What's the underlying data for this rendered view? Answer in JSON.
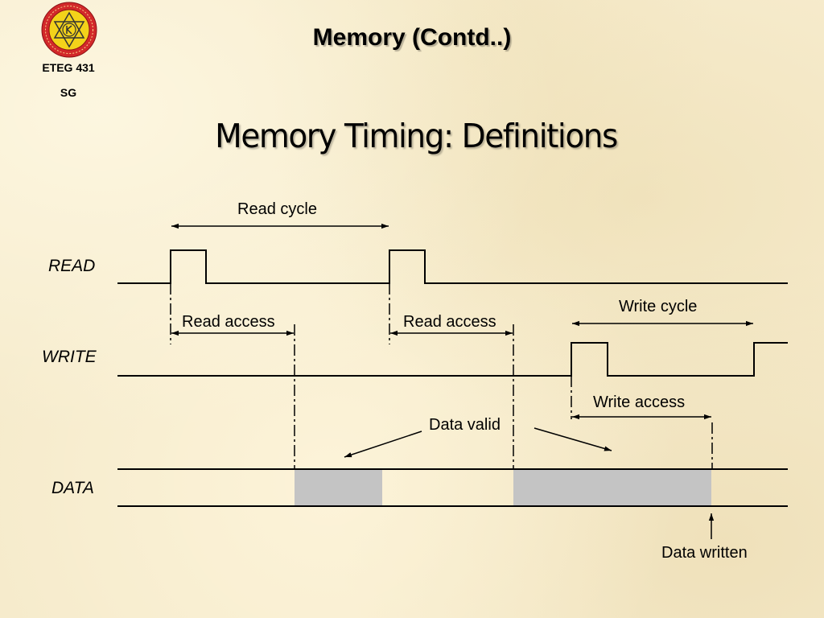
{
  "header": {
    "title": "Memory (Contd..)",
    "course_code": "ETEG 431",
    "section": "SG"
  },
  "slide": {
    "title": "Memory Timing: Definitions"
  },
  "diagram": {
    "signals": {
      "read": "READ",
      "write": "WRITE",
      "data": "DATA"
    },
    "labels": {
      "read_cycle": "Read cycle",
      "read_access_1": "Read access",
      "read_access_2": "Read access",
      "write_cycle": "Write cycle",
      "write_access": "Write access",
      "data_valid": "Data valid",
      "data_written": "Data written"
    },
    "colors": {
      "line": "#000000",
      "data_fill": "#c4c4c4",
      "logo_red": "#d2282a",
      "logo_yellow": "#f3d21a"
    }
  }
}
